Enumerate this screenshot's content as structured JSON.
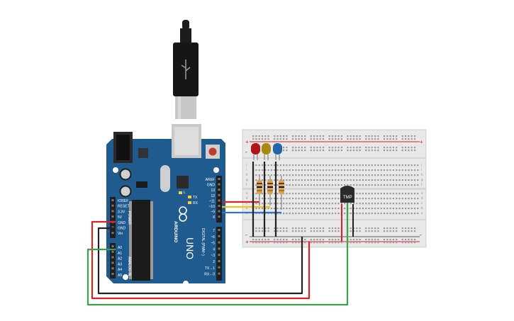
{
  "arduino": {
    "brand": "ARDUINO",
    "model": "UNO",
    "digital_header_label": "DIGITAL (PWM~)",
    "power_header_label": "POWER",
    "analog_header_label": "ANALOG IN",
    "power_pins": [
      "IOREF",
      "RESET",
      "3.3V",
      "5V",
      "GND",
      "GND",
      "Vin"
    ],
    "analog_pins": [
      "A0",
      "A1",
      "A2",
      "A3",
      "A4",
      "A5"
    ],
    "digital_top_pins": [
      "AREF",
      "GND",
      "13",
      "12",
      "~11",
      "~10",
      "~9",
      "8"
    ],
    "digital_bottom_pins": [
      "7",
      "~6",
      "~5",
      "4",
      "~3",
      "2",
      "TX→1",
      "RX←0"
    ],
    "led_labels": [
      "L",
      "TX",
      "RX"
    ]
  },
  "breadboard": {
    "row_letters_top": [
      "j",
      "i",
      "h",
      "g",
      "f"
    ],
    "row_letters_bottom": [
      "e",
      "d",
      "c",
      "b",
      "a"
    ],
    "rail_plus": "+",
    "rail_minus": "-"
  },
  "sensor": {
    "label": "TMP"
  },
  "components": {
    "leds": [
      "red-led",
      "yellow-led",
      "blue-led"
    ],
    "resistors": 3
  },
  "colors": {
    "board": "#1f5b8f",
    "breadboard": "#e6e6e6",
    "wire_red": "#d9232a",
    "wire_black": "#222222",
    "wire_green": "#3aa34a",
    "wire_yellow": "#f0c419",
    "wire_blue": "#2f77c9",
    "led_red": "#b3141b",
    "led_yellow": "#a88a12",
    "led_blue": "#1f67a8"
  }
}
